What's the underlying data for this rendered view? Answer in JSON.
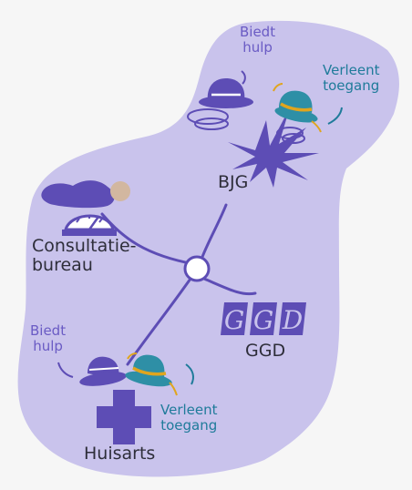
{
  "labels": {
    "bjg": "BJG",
    "consultatiebureau": "Consultatie-\nbureau",
    "ggd": "GGD",
    "huisarts": "Huisarts",
    "bjg_offers_help": "Biedt\nhulp",
    "bjg_grants_access": "Verleent\ntoegang",
    "huisarts_offers_help": "Biedt\nhulp",
    "huisarts_grants_access": "Verleent\ntoegang",
    "ggd_logo_letters": "GGD"
  },
  "colors": {
    "background": "#f6f6f6",
    "region": "#c9c3ec",
    "accent_purple": "#5d4db5",
    "label_purple": "#6a5bc4",
    "label_teal": "#1f7b9a",
    "hat_teal": "#2e8fa6",
    "hat_band": "#e0a51e",
    "text_dark": "#2e2e3a"
  },
  "icons": [
    "hat-icon",
    "teal-hat-icon",
    "splash-icon",
    "scale-icon",
    "ggd-logo-icon",
    "cross-icon",
    "hub-icon"
  ]
}
